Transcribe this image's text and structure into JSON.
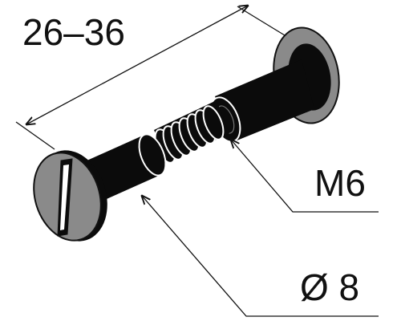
{
  "dimensions": {
    "length": "26–36",
    "thread": "M6",
    "diameter": "Ø 8"
  },
  "colors": {
    "body": "#0b0b0b",
    "head": "#8a8a8a",
    "line": "#111111",
    "background": "#ffffff"
  }
}
